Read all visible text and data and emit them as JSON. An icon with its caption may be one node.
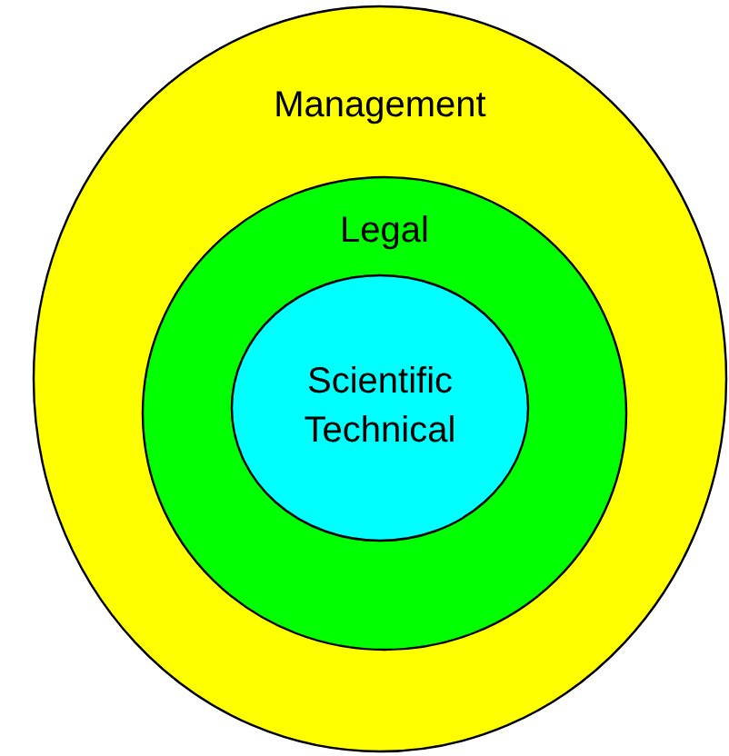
{
  "diagram": {
    "nodes": [
      {
        "text": [
          "Management"
        ]
      },
      {
        "text": [
          "Legal"
        ],
        "in": 0
      },
      {
        "text": [
          "Scientific Technical"
        ],
        "in": 1
      }
    ]
  }
}
